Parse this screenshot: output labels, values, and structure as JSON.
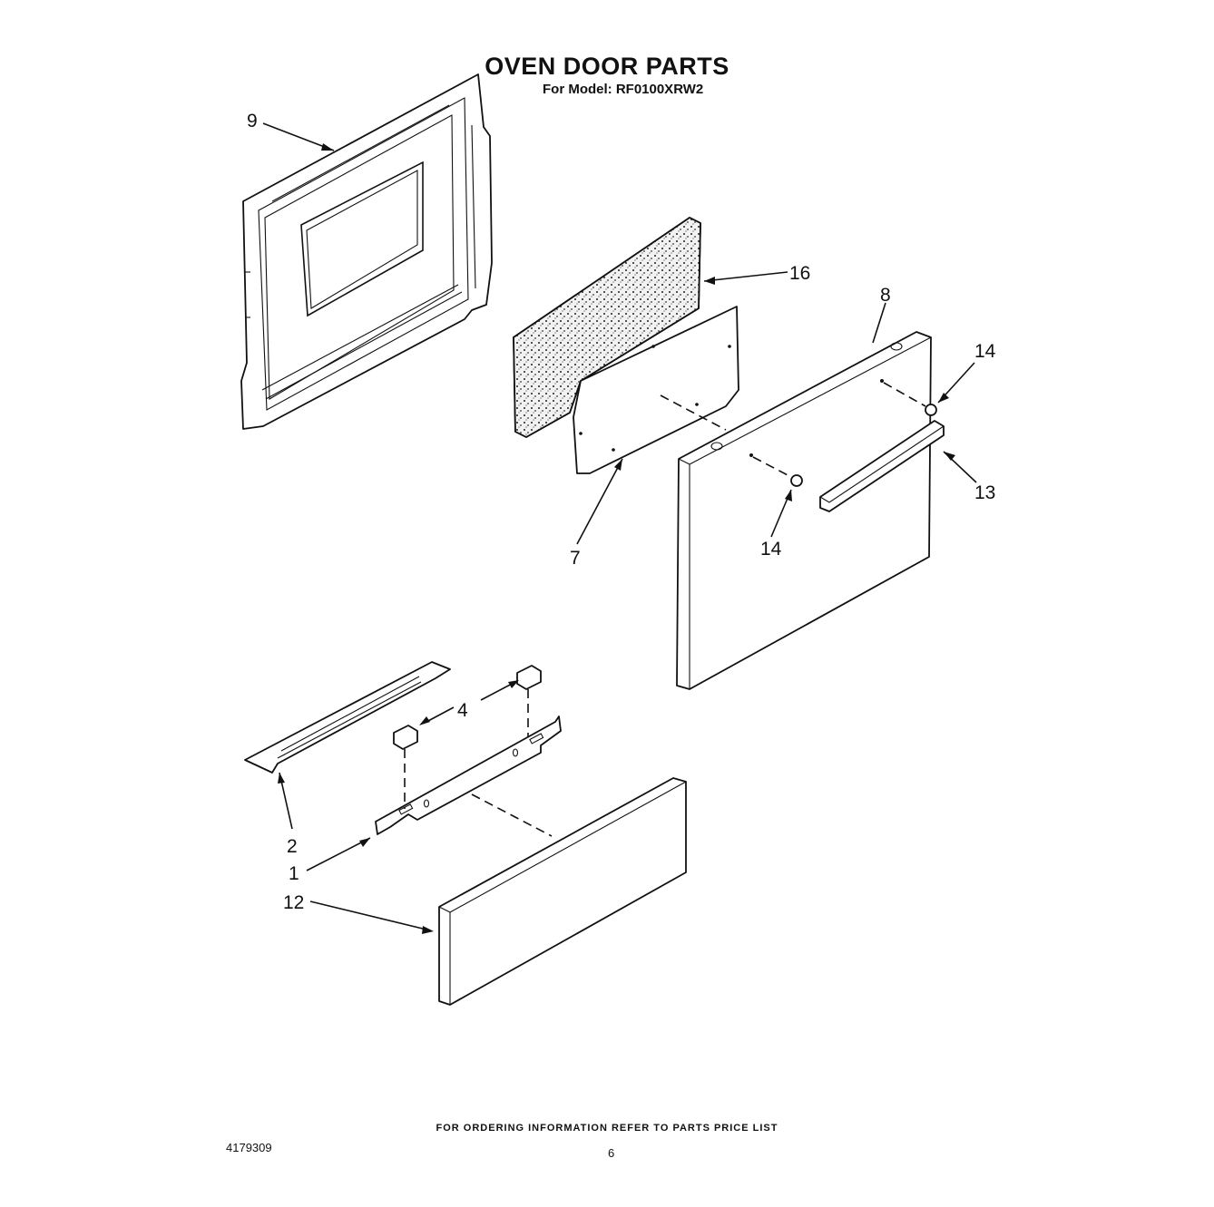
{
  "header": {
    "title": "OVEN DOOR PARTS",
    "model_line": "For Model: RF0100XRW2"
  },
  "callouts": {
    "c9": "9",
    "c16": "16",
    "c8": "8",
    "c14a": "14",
    "c13": "13",
    "c7": "7",
    "c14b": "14",
    "c4": "4",
    "c2": "2",
    "c1": "1",
    "c12": "12"
  },
  "footer": {
    "ordering_note": "FOR ORDERING INFORMATION REFER TO PARTS PRICE LIST",
    "doc_number": "4179309",
    "page_number": "6"
  }
}
